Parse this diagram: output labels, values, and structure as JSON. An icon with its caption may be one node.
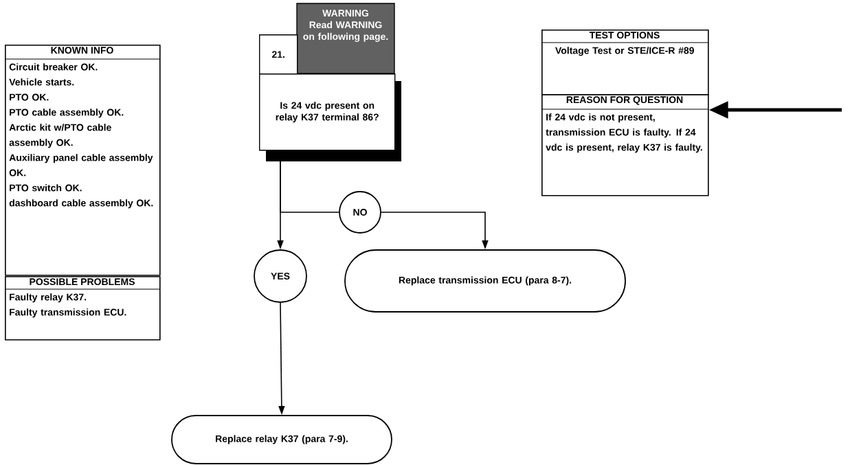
{
  "diagram": {
    "nodes": [
      {
        "text": [
          "KNOWN INFO",
          "Circuit breaker OK.",
          "Vehicle starts.",
          "PTO OK.",
          "PTO cable assembly OK.",
          "Arctic kit w/PTO cable assembly OK.",
          "Auxiliary panel cable assembly OK.",
          "PTO switch OK.",
          "dashboard cable assembly OK."
        ]
      },
      {
        "text": [
          "POSSIBLE PROBLEMS",
          "Faulty relay K37.",
          "Faulty transmission ECU."
        ]
      },
      {
        "text": [
          "21."
        ]
      },
      {
        "text": [
          "WARNING",
          "Read WARNING on following page."
        ]
      },
      {
        "text": [
          "Is 24 vdc present on relay K37 terminal 86?"
        ]
      },
      {
        "text": [
          "TEST OPTIONS",
          "Voltage Test or STE/ICE-R #89"
        ]
      },
      {
        "text": [
          "REASON FOR QUESTION",
          "If 24 vdc is not present, transmission ECU is faulty. If 24 vdc is present, relay K37 is faulty."
        ]
      },
      {
        "text": [
          "NO"
        ]
      },
      {
        "text": [
          "YES"
        ]
      },
      {
        "text": [
          "Replace transmission ECU (para 8-7)."
        ]
      },
      {
        "text": [
          "Replace relay K37 (para 7-9)."
        ]
      }
    ],
    "edges": [
      {
        "from": 4,
        "to": 7,
        "arrow": "none"
      },
      {
        "from": 7,
        "to": 9,
        "arrow": "to"
      },
      {
        "from": 4,
        "to": 8,
        "arrow": "to"
      },
      {
        "from": 8,
        "to": 10,
        "arrow": "to"
      },
      {
        "from": null,
        "to": 6,
        "arrow": "to",
        "style": "thick"
      }
    ]
  }
}
